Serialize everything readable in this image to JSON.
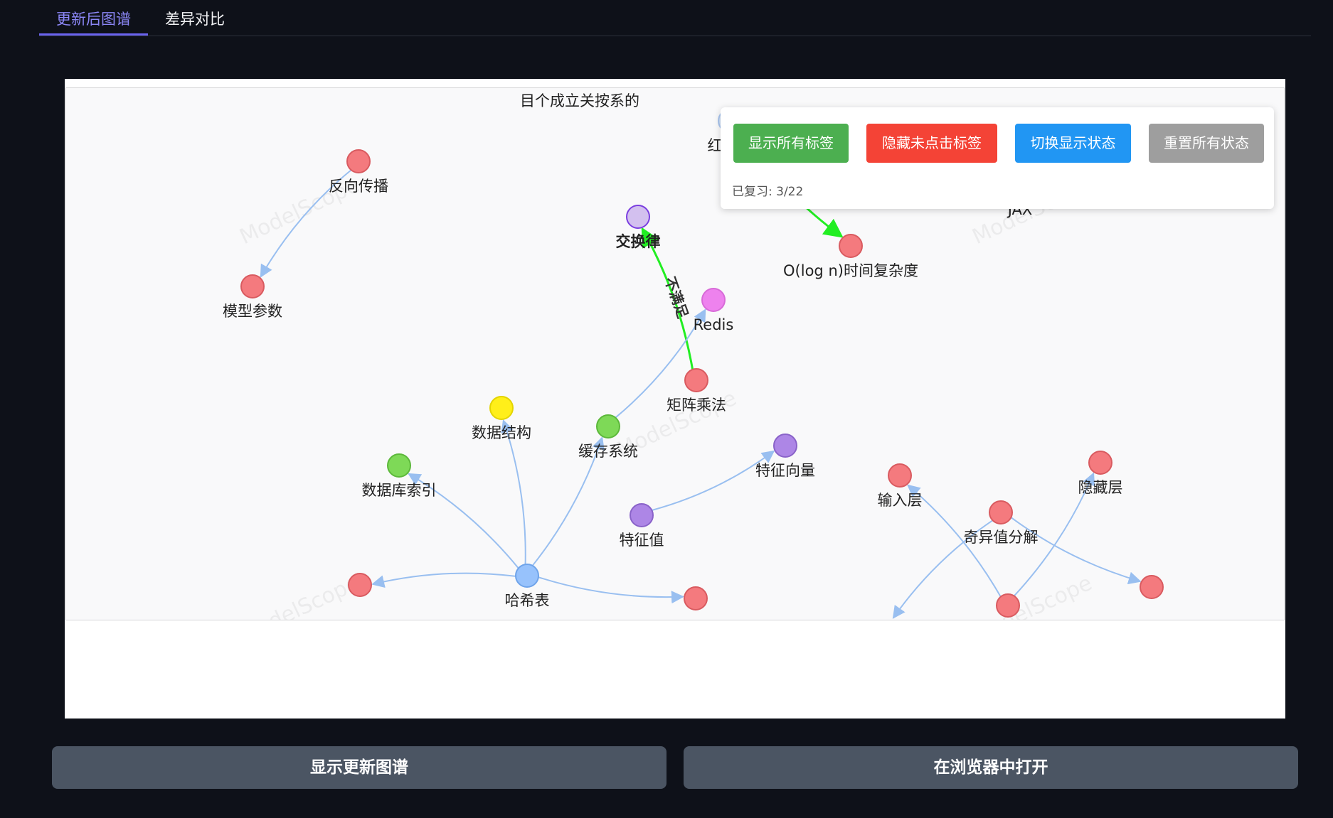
{
  "tabs": [
    {
      "label": "更新后图谱",
      "active": true
    },
    {
      "label": "差异对比",
      "active": false
    }
  ],
  "panel": {
    "buttons": [
      {
        "label": "显示所有标签",
        "color": "#4caf50"
      },
      {
        "label": "隐藏未点击标签",
        "color": "#f44336"
      },
      {
        "label": "切换显示状态",
        "color": "#2196f3"
      },
      {
        "label": "重置所有状态",
        "color": "#9e9e9e"
      }
    ],
    "progress": "已复习: 3/22"
  },
  "graph": {
    "watermark": "ModelScope",
    "edge_color": "#99bff0",
    "highlight_color": "#22ee22",
    "nodes": [
      {
        "id": "fanxiang",
        "label": "反向传播",
        "color": "#f47a7e",
        "stroke": "#d95b60"
      },
      {
        "id": "moxing",
        "label": "模型参数",
        "color": "#f47a7e",
        "stroke": "#d95b60"
      },
      {
        "id": "jiaohuan",
        "label": "交换律",
        "color": "#d3c0ef",
        "stroke": "#7b3fe0",
        "bold": true
      },
      {
        "id": "hongheishu",
        "label": "红黑树",
        "color": "#cfe0f7",
        "stroke": "#a9c5ef"
      },
      {
        "id": "ologn",
        "label": "O(log n)时间复杂度",
        "color": "#f47a7e",
        "stroke": "#d95b60"
      },
      {
        "id": "jax",
        "label": "JAX",
        "color": "#fbe2f3",
        "stroke": "#f3c8e6"
      },
      {
        "id": "redis",
        "label": "Redis",
        "color": "#ee82ee",
        "stroke": "#d86bd8"
      },
      {
        "id": "juzhen",
        "label": "矩阵乘法",
        "color": "#f47a7e",
        "stroke": "#d95b60"
      },
      {
        "id": "shujujiegou",
        "label": "数据结构",
        "color": "#ffef1a",
        "stroke": "#e3d400"
      },
      {
        "id": "huancun",
        "label": "缓存系统",
        "color": "#7ed957",
        "stroke": "#5cb83a"
      },
      {
        "id": "shujuku",
        "label": "数据库索引",
        "color": "#7ed957",
        "stroke": "#5cb83a"
      },
      {
        "id": "tezhengxiangliang",
        "label": "特征向量",
        "color": "#ad86e6",
        "stroke": "#8a63c9"
      },
      {
        "id": "tezhengzhi",
        "label": "特征值",
        "color": "#ad86e6",
        "stroke": "#8a63c9"
      },
      {
        "id": "haxibiao",
        "label": "哈希表",
        "color": "#97c2fc",
        "stroke": "#6fa4ea"
      },
      {
        "id": "left_red",
        "label": "",
        "color": "#f47a7e",
        "stroke": "#d95b60"
      },
      {
        "id": "right_red",
        "label": "",
        "color": "#f47a7e",
        "stroke": "#d95b60"
      },
      {
        "id": "shuru",
        "label": "输入层",
        "color": "#f47a7e",
        "stroke": "#d95b60"
      },
      {
        "id": "qiyi",
        "label": "奇异值分解",
        "color": "#f47a7e",
        "stroke": "#d95b60"
      },
      {
        "id": "yincang",
        "label": "隐藏层",
        "color": "#f47a7e",
        "stroke": "#d95b60"
      },
      {
        "id": "br_red",
        "label": "",
        "color": "#f47a7e",
        "stroke": "#d95b60"
      },
      {
        "id": "bottom_red",
        "label": "",
        "color": "#f47a7e",
        "stroke": "#d95b60"
      }
    ],
    "edges": [
      {
        "from": "fanxiang",
        "to": "moxing"
      },
      {
        "from": "juzhen",
        "to": "jiaohuan",
        "label": "不满足",
        "highlight": true
      },
      {
        "from": "hongheishu",
        "to": "ologn",
        "highlight": true
      },
      {
        "from": "huancun",
        "to": "redis"
      },
      {
        "from": "tezhengzhi",
        "to": "tezhengxiangliang"
      },
      {
        "from": "haxibiao",
        "to": "shujujiegou"
      },
      {
        "from": "haxibiao",
        "to": "huancun"
      },
      {
        "from": "haxibiao",
        "to": "shujuku"
      },
      {
        "from": "haxibiao",
        "to": "left_red"
      },
      {
        "from": "haxibiao",
        "to": "right_red"
      },
      {
        "from": "bottom_red",
        "to": "shuru"
      },
      {
        "from": "bottom_red",
        "to": "yincang"
      },
      {
        "from": "qiyi",
        "to": "br_red"
      },
      {
        "from": "qiyi",
        "to": "offscreen_left"
      }
    ],
    "partial_top_label": "目个成立关按系的"
  },
  "bottom_buttons": [
    {
      "label": "显示更新图谱"
    },
    {
      "label": "在浏览器中打开"
    }
  ]
}
